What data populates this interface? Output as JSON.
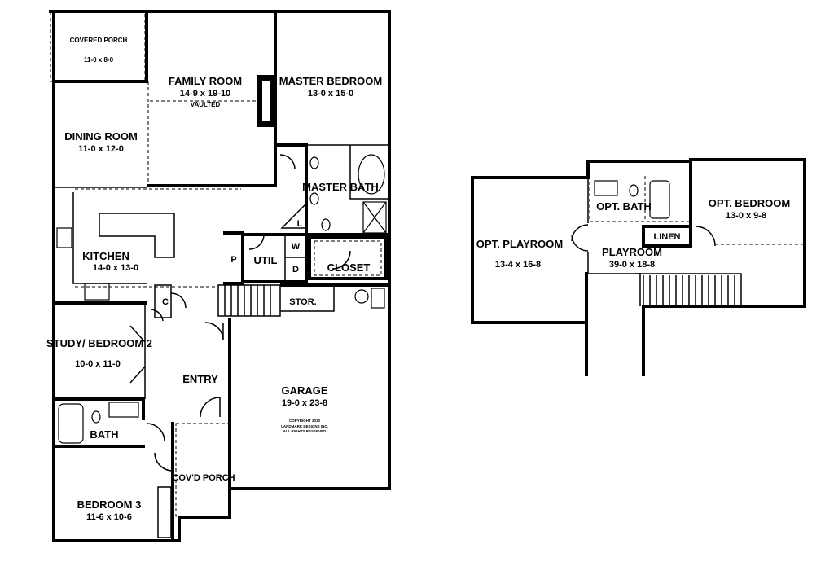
{
  "plan": {
    "main_floor": {
      "covered_porch": {
        "name": "COVERED PORCH",
        "dim": "11-0 x 8-0"
      },
      "family_room": {
        "name": "FAMILY ROOM",
        "dim": "14-9 x 19-10",
        "note": "VAULTED"
      },
      "master_bedroom": {
        "name": "MASTER BEDROOM",
        "dim": "13-0 x 15-0"
      },
      "dining_room": {
        "name": "DINING ROOM",
        "dim": "11-0 x 12-0"
      },
      "master_bath": {
        "name": "MASTER BATH"
      },
      "kitchen": {
        "name": "KITCHEN",
        "dim": "14-0 x 13-0"
      },
      "laundry_l": "L",
      "pantry_p": "P",
      "util": "UTIL",
      "washer_w": "W",
      "dryer_d": "D",
      "closet": "CLOSET",
      "closet_c": "C",
      "stor": "STOR.",
      "study": {
        "name": "STUDY/ BEDROOM 2",
        "dim": "10-0 x 11-0"
      },
      "entry": "ENTRY",
      "garage": {
        "name": "GARAGE",
        "dim": "19-0 x 23-8"
      },
      "bath": "BATH",
      "covd_porch": "COV'D PORCH",
      "bedroom3": {
        "name": "BEDROOM 3",
        "dim": "11-6 x 10-6"
      },
      "copyright": {
        "line1": "COPYRIGHT 2010",
        "line2": "LANDMARK DESIGNS INC.",
        "line3": "ALL RIGHTS RESERVED"
      }
    },
    "upper_floor": {
      "opt_playroom": {
        "name": "OPT. PLAYROOM",
        "dim": "13-4 x 16-8"
      },
      "opt_bath": "OPT. BATH",
      "playroom": {
        "name": "PLAYROOM",
        "dim": "39-0 x 18-8"
      },
      "linen": "LINEN",
      "opt_bedroom": {
        "name": "OPT. BEDROOM",
        "dim": "13-0 x 9-8"
      }
    }
  }
}
